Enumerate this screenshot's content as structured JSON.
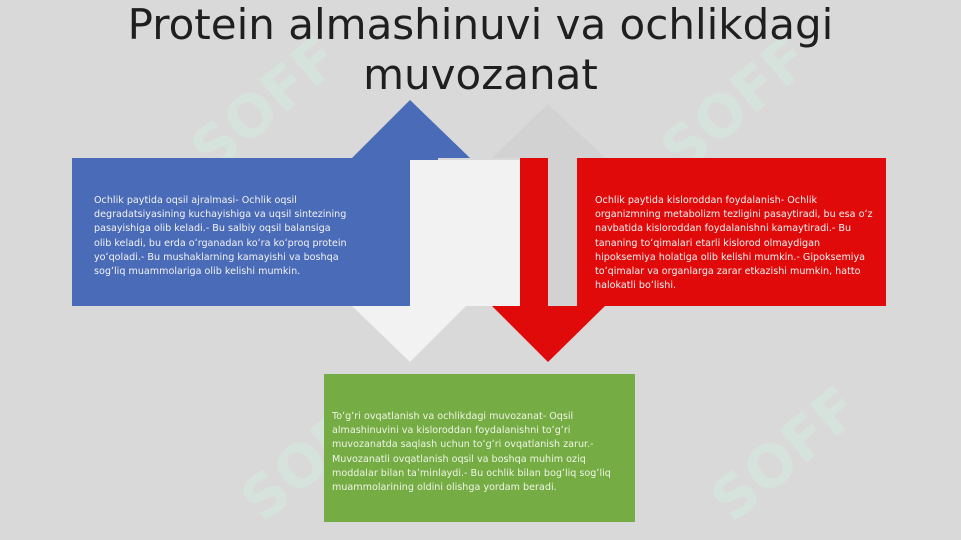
{
  "title_line1": "Protein almashinuvi va ochlikdagi",
  "title_line2": "muvozanat",
  "boxes": {
    "blue": "Ochlik paytida oqsil ajralmasi- Ochlik oqsil degradatsiyasining kuchayishiga va uqsil sintezining pasayishiga olib keladi.- Bu salbiy oqsil balansiga olib keladi, bu erda oʻrganadan koʻra koʻproq protein yoʻqoladi.- Bu mushaklarning kamayishi va boshqa sogʻliq muammolariga olib kelishi mumkin.",
    "red": "Ochlik paytida kisloroddan foydalanish- Ochlik organizmning metabolizm tezligini pasaytiradi, bu esa oʻz navbatida kisloroddan foydalanishni kamaytiradi.- Bu tananing toʻqimalari etarli kislorod olmaydigan hipoksemiya holatiga olib kelishi mumkin.- Gipoksemiya toʻqimalar va organlarga zarar etkazishi mumkin, hatto halokatli boʻlishi.",
    "green": "Toʻgʻri ovqatlanish va ochlikdagi muvozanat- Oqsil almashinuvini va kisloroddan foydalanishni toʻgʻri muvozanatda saqlash uchun toʻgʻri ovqatlanish zarur.- Muvozanatli ovqatlanish oqsil va boshqa muhim oziq moddalar bilan taʼminlaydi.- Bu ochlik bilan bogʻliq sogʻliq muammolarining oldini olishga yordam beradi."
  },
  "watermark": "SOFF",
  "colors": {
    "blue": "#4a6bb7",
    "red": "#e00a0a",
    "green": "#76ac44",
    "background": "#d9d9d9",
    "white_arrow": "#f2f2f2"
  }
}
